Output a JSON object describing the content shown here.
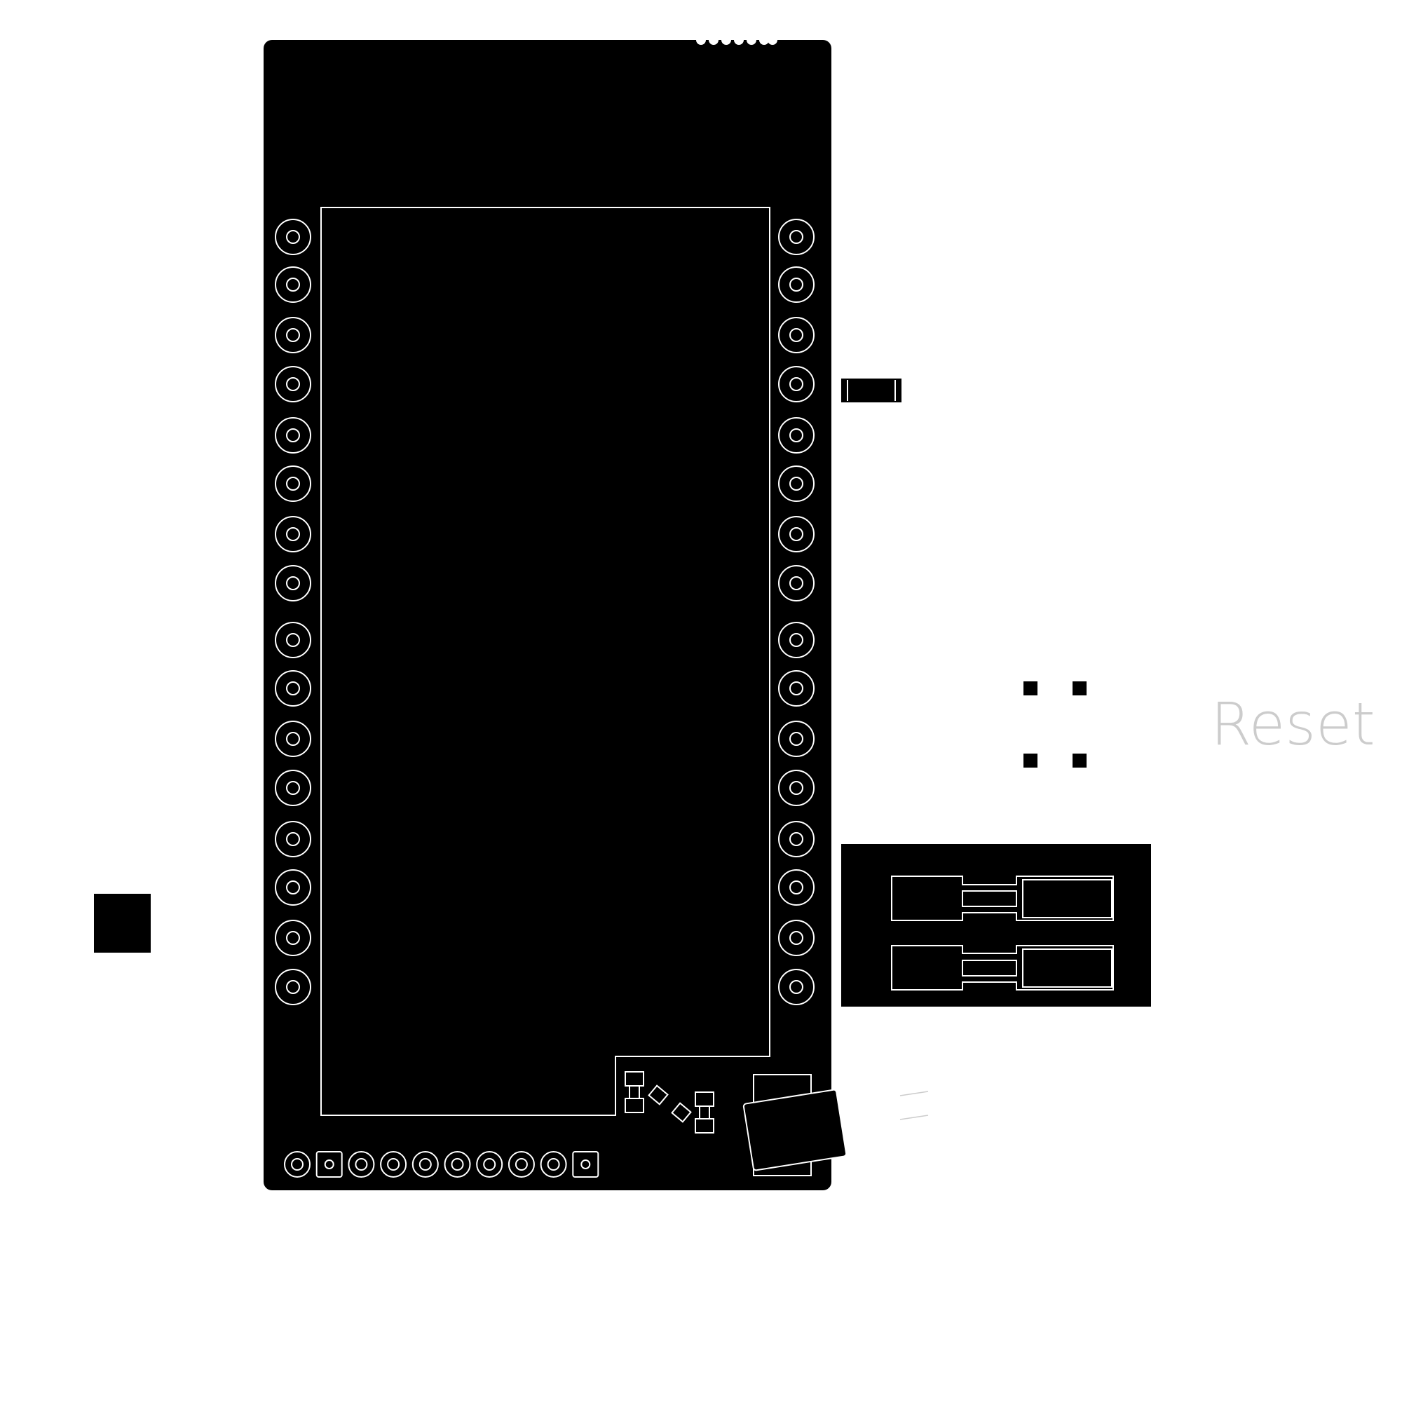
{
  "labels": {
    "reset": "Reset"
  },
  "colors": {
    "board": "#000000",
    "silkscreen": "#ffffff",
    "background": "#ffffff",
    "label": "#cccccc"
  },
  "board": {
    "left_header_pin_count": 16,
    "right_header_pin_count": 16,
    "bottom_header_pin_count": 10
  }
}
